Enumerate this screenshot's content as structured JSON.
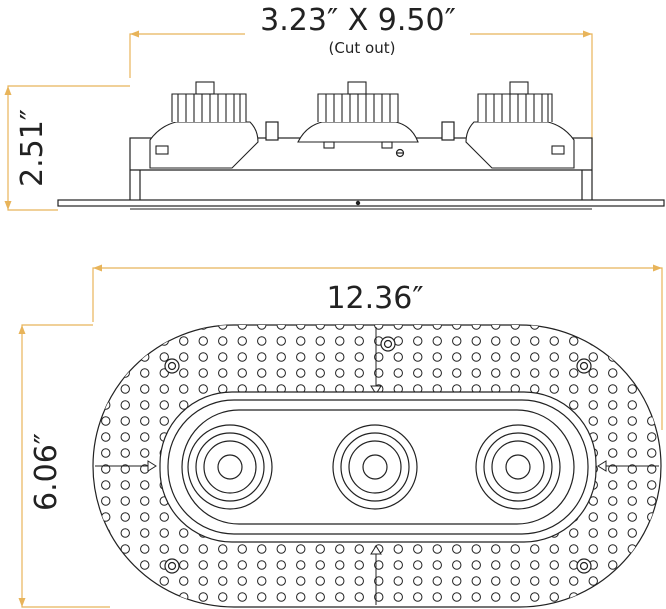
{
  "dimensions": {
    "cutout": "3.23″ X 9.50″",
    "cutout_note": "(Cut out)",
    "height": "2.51″",
    "length": "12.36″",
    "width": "6.06″"
  },
  "fixture": {
    "lamp_count": 3
  },
  "colors": {
    "dimension_line": "#E8B45A",
    "drawing_line": "#222222",
    "background": "#FFFFFF"
  }
}
